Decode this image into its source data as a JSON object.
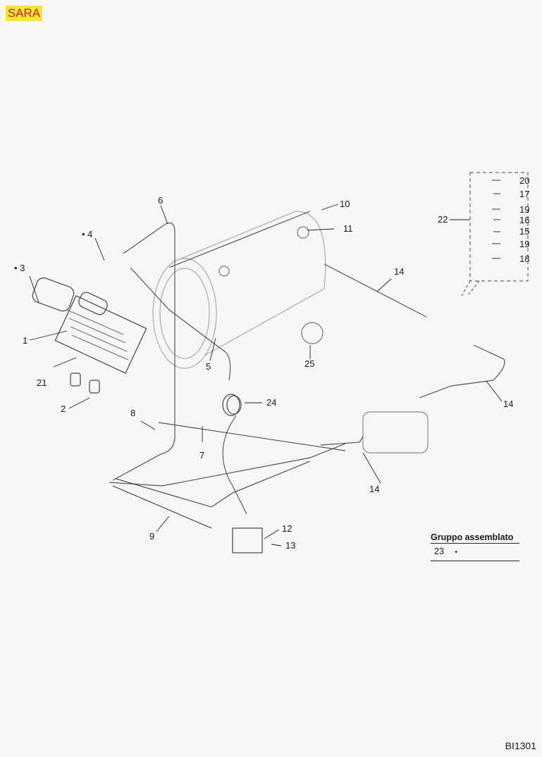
{
  "header": {
    "model_badge": "SARA",
    "badge_color": "#f3e53a",
    "badge_text_color": "#c8202a"
  },
  "callouts": [
    {
      "id": "1",
      "text": "1"
    },
    {
      "id": "2",
      "text": "2"
    },
    {
      "id": "3",
      "text": "• 3"
    },
    {
      "id": "4",
      "text": "• 4"
    },
    {
      "id": "5",
      "text": "5"
    },
    {
      "id": "6",
      "text": "6"
    },
    {
      "id": "7",
      "text": "7"
    },
    {
      "id": "8",
      "text": "8"
    },
    {
      "id": "9",
      "text": "9"
    },
    {
      "id": "10",
      "text": "10"
    },
    {
      "id": "11",
      "text": "11"
    },
    {
      "id": "12",
      "text": "12"
    },
    {
      "id": "13",
      "text": "13"
    },
    {
      "id": "14a",
      "text": "14"
    },
    {
      "id": "14b",
      "text": "14"
    },
    {
      "id": "14c",
      "text": "14"
    },
    {
      "id": "15",
      "text": "15"
    },
    {
      "id": "16",
      "text": "16"
    },
    {
      "id": "17",
      "text": "17"
    },
    {
      "id": "18",
      "text": "18"
    },
    {
      "id": "19a",
      "text": "19"
    },
    {
      "id": "19b",
      "text": "19"
    },
    {
      "id": "20",
      "text": "20"
    },
    {
      "id": "21",
      "text": "21"
    },
    {
      "id": "22",
      "text": "22"
    },
    {
      "id": "24",
      "text": "24"
    },
    {
      "id": "25",
      "text": "25"
    }
  ],
  "assembled_group": {
    "title": "Gruppo assemblato",
    "item": "23",
    "marker": "•"
  },
  "drawing_code": "BI1301"
}
